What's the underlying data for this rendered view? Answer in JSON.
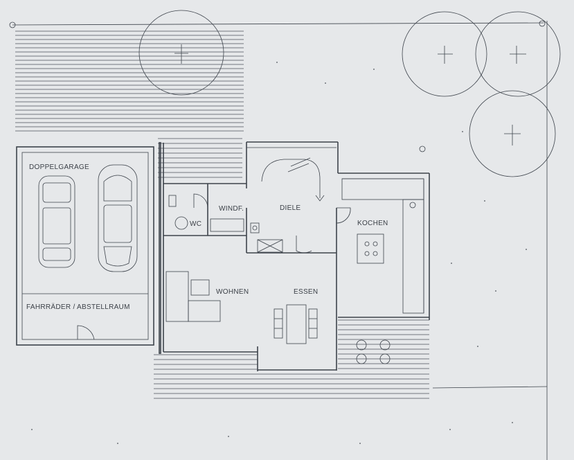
{
  "plan": {
    "rooms": {
      "garage": "DOPPELGARAGE",
      "bike_storage": "FAHRRÄDER / ABSTELLRAUM",
      "wc": "WC",
      "wind_lobby": "WINDF.",
      "hall": "DIELE",
      "kitchen": "KOCHEN",
      "living": "WOHNEN",
      "dining": "ESSEN"
    }
  },
  "colors": {
    "paper": "#e6e8ea",
    "ink": "#3d434b"
  }
}
